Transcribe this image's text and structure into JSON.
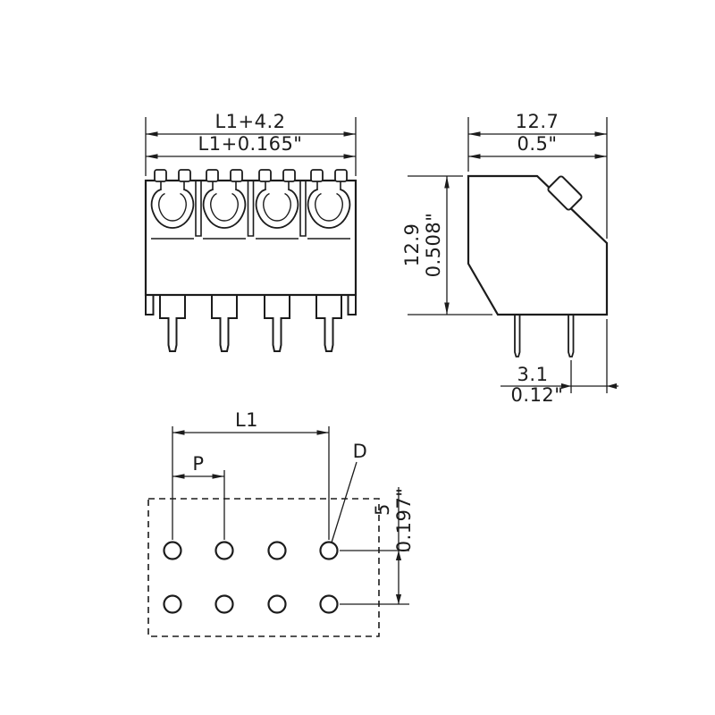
{
  "front_view": {
    "width_mm": "L1+4.2",
    "width_inch": "L1+0.165\""
  },
  "side_view": {
    "width_mm": "12.7",
    "width_inch": "0.5\"",
    "height_mm": "12.9",
    "height_inch": "0.508\"",
    "pin_edge_mm": "3.1",
    "pin_edge_inch": "0.12\""
  },
  "footprint": {
    "length": "L1",
    "pitch": "P",
    "hole_dia": "D",
    "row_spacing_mm": "5",
    "row_spacing_inch": "0.197\""
  },
  "colors": {
    "line": "#1c1c1c",
    "background": "#ffffff"
  }
}
